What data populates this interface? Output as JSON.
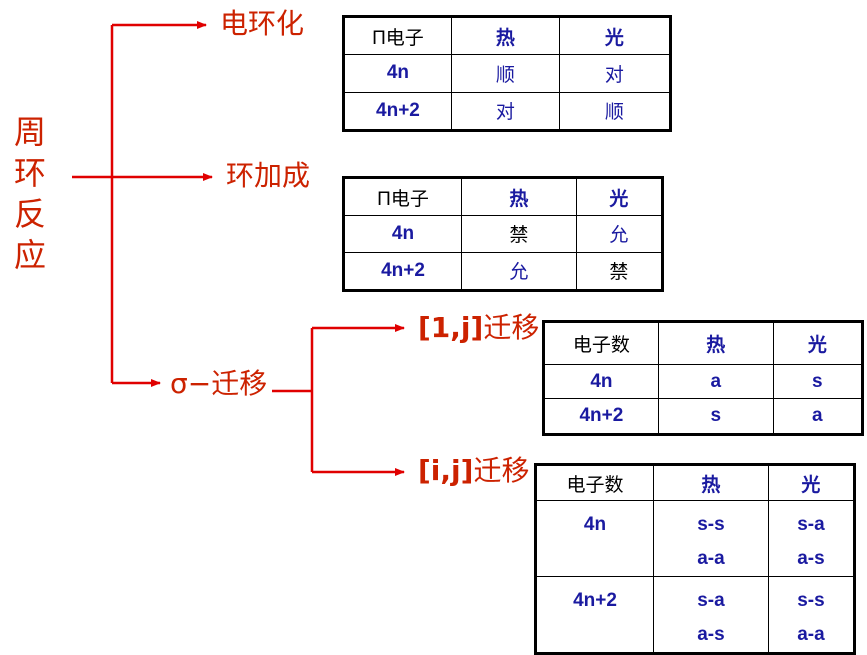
{
  "root_label": [
    "周",
    "环",
    "反",
    "应"
  ],
  "branch_electrocyclic": "电环化",
  "branch_cycloaddition": "环加成",
  "branch_sigma": "σ−迁移",
  "branch_shift_1j_prefix": "[1,j]",
  "branch_shift_1j_suffix": "迁移",
  "branch_shift_ij_prefix": "[i,j]",
  "branch_shift_ij_suffix": "迁移",
  "colors": {
    "arrow": "#e00000",
    "label": "#cc2200",
    "cell_text": "#1a1aa0"
  },
  "table_electrocyclic": {
    "headers": [
      "Π电子",
      "热",
      "光"
    ],
    "rows": [
      [
        "4n",
        "顺",
        "对"
      ],
      [
        "4n+2",
        "对",
        "顺"
      ]
    ]
  },
  "table_cycloaddition": {
    "headers": [
      "Π电子",
      "热",
      "光"
    ],
    "rows": [
      [
        "4n",
        "禁",
        "允"
      ],
      [
        "4n+2",
        "允",
        "禁"
      ]
    ]
  },
  "table_shift_1j": {
    "headers": [
      "电子数",
      "热",
      "光"
    ],
    "rows": [
      [
        "4n",
        "a",
        "s"
      ],
      [
        "4n+2",
        "s",
        "a"
      ]
    ]
  },
  "table_shift_ij": {
    "headers": [
      "电子数",
      "热",
      "光"
    ],
    "rows": [
      {
        "label": "4n",
        "thermal": [
          "s-s",
          "a-a"
        ],
        "photo": [
          "s-a",
          "a-s"
        ]
      },
      {
        "label": "4n+2",
        "thermal": [
          "s-a",
          "a-s"
        ],
        "photo": [
          "s-s",
          "a-a"
        ]
      }
    ]
  }
}
